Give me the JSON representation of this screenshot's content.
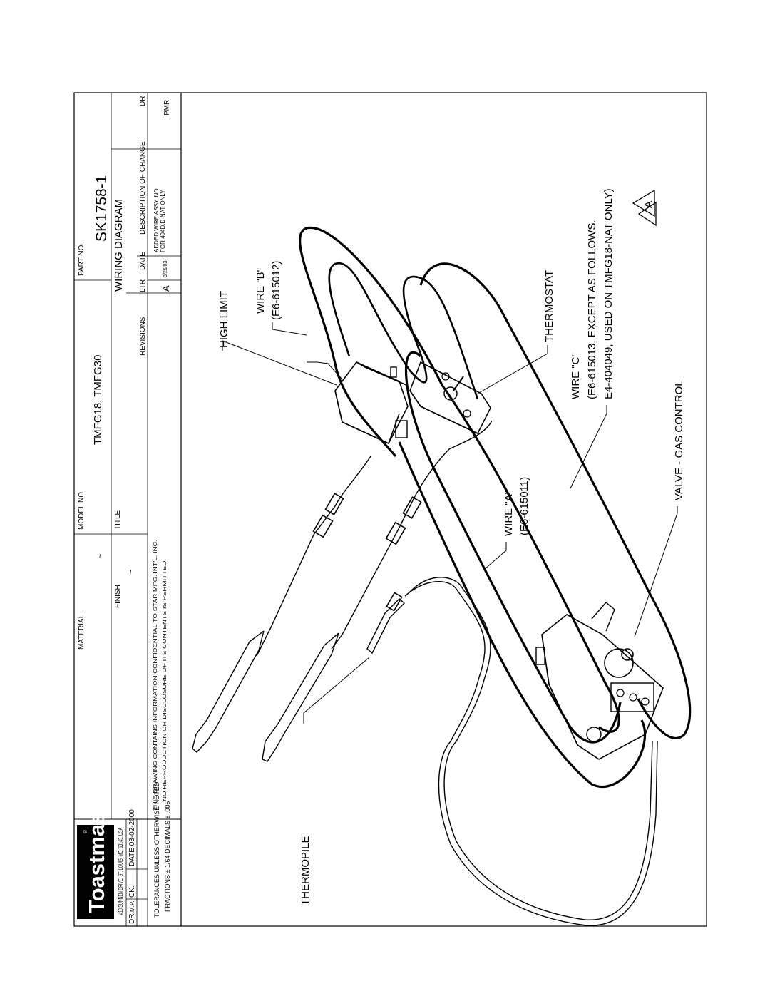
{
  "title_block": {
    "logo_text": "Toastmaster",
    "logo_reg": "®",
    "address": "#10 SUNNEN DRIVE, ST. LOUIS, MO. 63143, USA",
    "dr_label": "DR.",
    "dr_value": "M.P.",
    "ck_label": "CK.",
    "date_text": "DATE 03-02-2000",
    "tolerance_line1": "TOLERANCES UNLESS OTHERWISE NOTED",
    "tolerance_line2": "FRACTIONS ± 1/64 DECIMALS ± .005",
    "material_label": "MATERIAL",
    "material_value": "~",
    "finish_label": "FINISH",
    "finish_value": "~",
    "confidential_line1": "THIS DRAWING CONTAINS INFORMATION CONFIDENTIAL TO STAR MFG. INT'L. INC.",
    "confidential_line2": "NO REPRODUCTION OR DISCLOSURE OF ITS CONTENTS IS PERMITTED.",
    "model_label": "MODEL NO.",
    "model_value": "TMFG18, TMFG30",
    "part_label": "PART NO.",
    "part_value": "SK1758-1",
    "title_label": "TITLE",
    "title_value": "WIRING DIAGRAM"
  },
  "revisions": {
    "header_revisions": "REVISIONS",
    "header_ltr": "LTR",
    "header_date": "DATE",
    "header_description": "DESCRIPTION OF CHANGE",
    "header_dr": "DR",
    "row": {
      "ltr": "A",
      "date": "3/25/03",
      "description_line1": "ADDED WIRE ASSY. NO",
      "description_line2": "FOR 404D,D-NAT ONLY",
      "dr": "PMR"
    }
  },
  "callouts": {
    "high_limit": "HIGH LIMIT",
    "wire_b_line1": "WIRE \"B\"",
    "wire_b_line2": "(E6-615012)",
    "thermostat": "THERMOSTAT",
    "wire_c_line1": "WIRE \"C\"",
    "wire_c_line2": "(E6-615013, EXCEPT AS FOLLOWS.",
    "wire_c_line3": "E4-404049, USED ON  TMFG18-NAT ONLY)",
    "revision_mark": "A",
    "wire_a_line1": "WIRE \"A\"",
    "wire_a_line2": "(E6-615011)",
    "valve": "VALVE - GAS CONTROL",
    "thermopile": "THERMOPILE"
  }
}
